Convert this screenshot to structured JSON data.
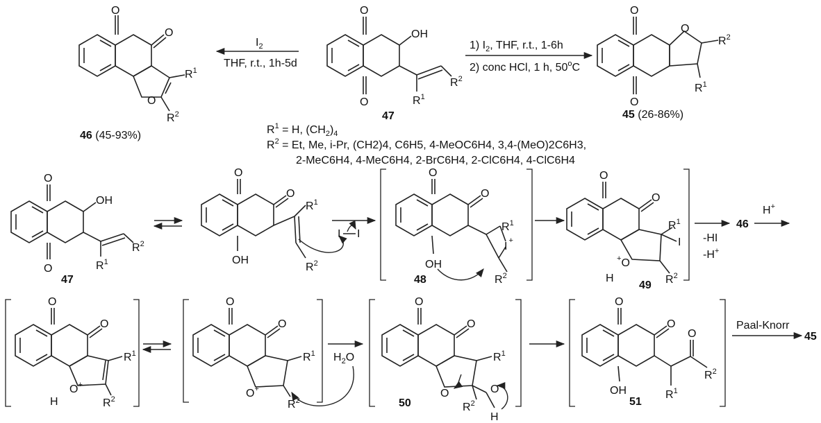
{
  "colors": {
    "benzene": "#38e038",
    "quinone": "#5ce05c",
    "furan_yellow": "#ffe500",
    "furan_cyan": "#1ee0f0",
    "furan_lilac": "#dcc6ee",
    "ink": "#222222"
  },
  "atoms": {
    "O": "O",
    "OH": "OH",
    "H": "H",
    "I": "I",
    "R1": "R",
    "R2": "R",
    "sup1": "1",
    "sup2": "2",
    "plus": "+",
    "H2O": "H",
    "H2O_sub": "2",
    "H2O_O": "O"
  },
  "top": {
    "left_arrow_above": "I",
    "left_arrow_above_sub": "2",
    "left_arrow_below": "THF, r.t., 1h-5d",
    "right_arrow_above": "1) I",
    "right_arrow_above_sub": "2",
    "right_arrow_above_rest": ", THF, r.t., 1-6h",
    "right_arrow_below": "2) conc HCl, 1 h, 50",
    "right_arrow_below_sup": "o",
    "right_arrow_below_rest": "C",
    "label_46": "46",
    "yield_46": "(45-93%)",
    "label_47": "47",
    "label_45": "45",
    "yield_45": "(26-86%)"
  },
  "substituents": {
    "r1_line": "= H, (CH",
    "r1_sub": "2",
    "r1_end": ")",
    "r1_sub2": "4",
    "r2_line": "= Et, Me, i-Pr, (CH2)4, C6H5, 4-MeOC6H4, 3,4-(MeO)2C6H3,",
    "r2_line2": "2-MeC6H4, 4-MeC6H4, 2-BrC6H4, 2-ClC6H4, 4-ClC6H4"
  },
  "mechanism": {
    "label_47": "47",
    "label_48": "48",
    "label_49": "49",
    "label_50": "50",
    "label_51": "51",
    "label_46": "46",
    "hi_loss": "-HI",
    "h_loss": "-H",
    "h_plus": "H",
    "water": "H",
    "paal_knorr": "Paal-Knorr",
    "label_45": "45"
  }
}
